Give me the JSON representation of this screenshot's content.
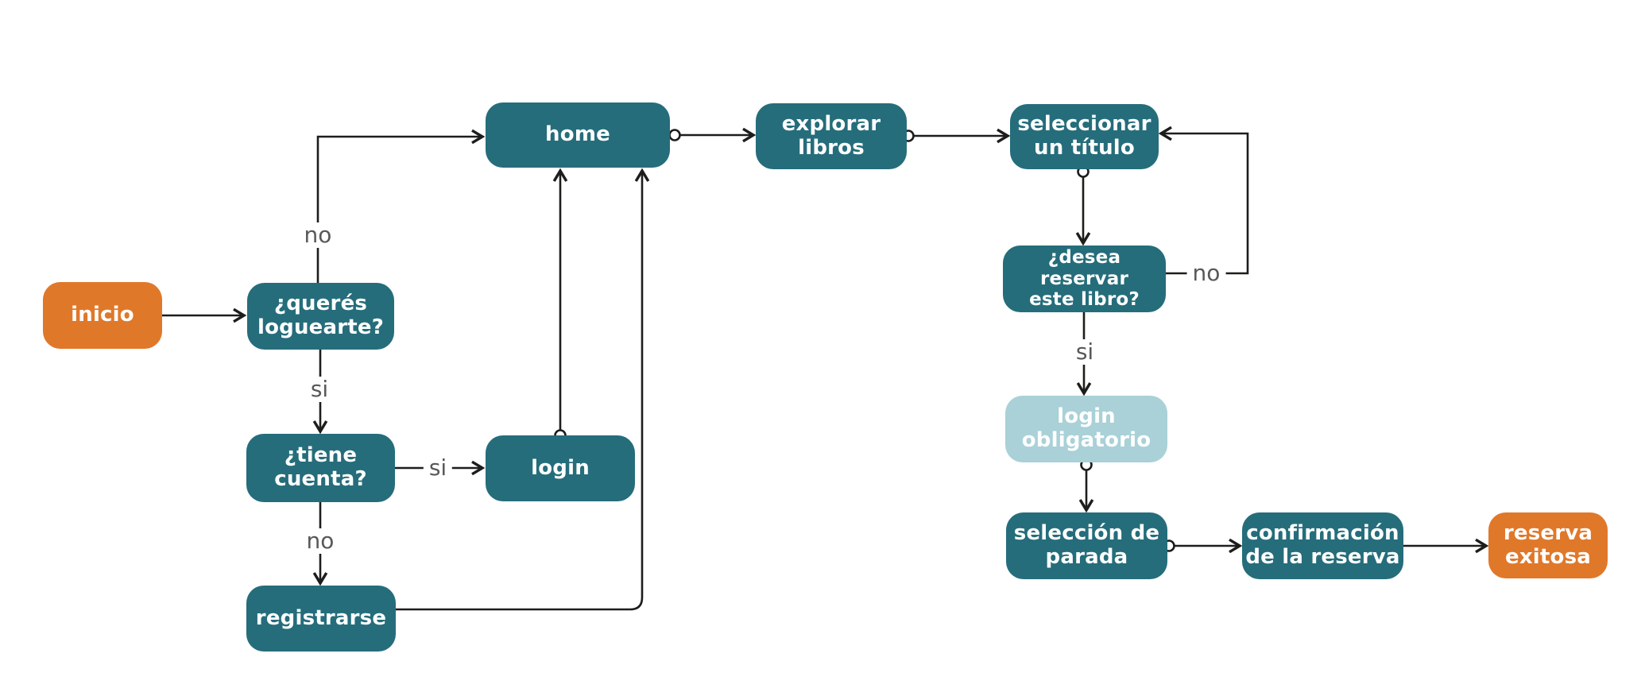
{
  "diagram": {
    "title": "book reservation flowchart",
    "background_color": "#ffffff",
    "colors": {
      "primary_node": "#256d7b",
      "muted_node": "#a9d1d7",
      "accent_node": "#e0782a",
      "node_text": "#ffffff",
      "connector": "#1d1d1b",
      "edge_label_text": "#58585a"
    },
    "nodes": {
      "inicio": {
        "label": "inicio",
        "type": "start"
      },
      "queres": {
        "label": "¿querés\nloguearte?",
        "type": "decision"
      },
      "home": {
        "label": "home",
        "type": "process"
      },
      "explorar": {
        "label": "explorar\nlibros",
        "type": "process"
      },
      "seleccionar": {
        "label": "seleccionar\nun título",
        "type": "process"
      },
      "desea": {
        "label": "¿desea reservar\neste libro?",
        "type": "decision"
      },
      "login_obligatorio": {
        "label": "login\nobligatorio",
        "type": "process-muted"
      },
      "seleccion_parada": {
        "label": "selección de\nparada",
        "type": "process"
      },
      "confirmacion": {
        "label": "confirmación\nde la reserva",
        "type": "process"
      },
      "reserva": {
        "label": "reserva\nexitosa",
        "type": "end"
      },
      "tiene": {
        "label": "¿tiene\ncuenta?",
        "type": "decision"
      },
      "login": {
        "label": "login",
        "type": "process"
      },
      "registrarse": {
        "label": "registrarse",
        "type": "process"
      }
    },
    "edge_labels": {
      "queres_home_no": {
        "text": "no"
      },
      "queres_tiene_si": {
        "text": "si"
      },
      "tiene_login_si": {
        "text": "si"
      },
      "tiene_registrarse_no": {
        "text": "no"
      },
      "desea_loop_no": {
        "text": "no"
      },
      "desea_login_si": {
        "text": "si"
      }
    }
  }
}
